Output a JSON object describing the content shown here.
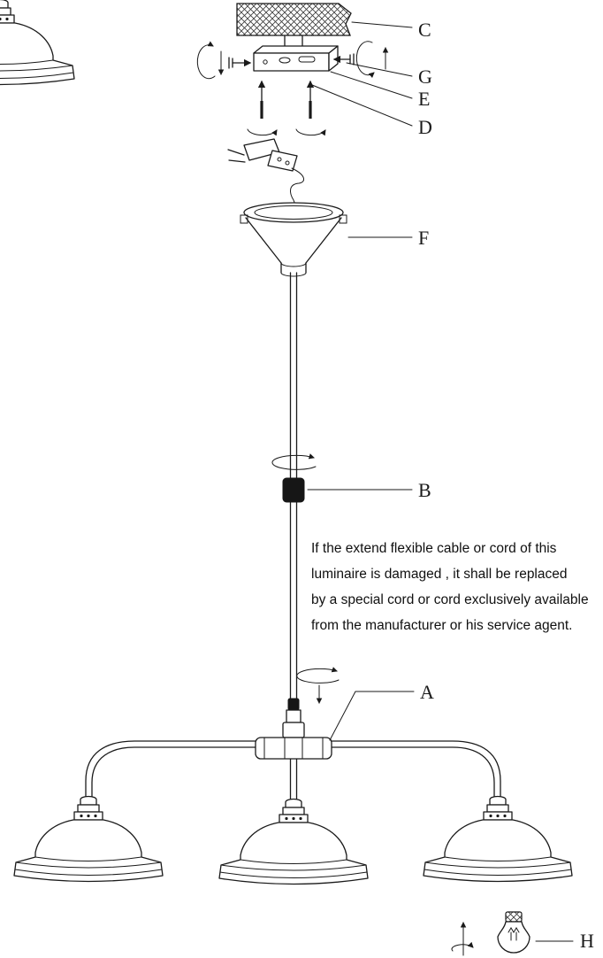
{
  "diagram": {
    "labels": {
      "c": "C",
      "g": "G",
      "e": "E",
      "d": "D",
      "f": "F",
      "b": "B",
      "a": "A",
      "h": "H"
    },
    "warning": {
      "line1": "If the extend flexible cable or cord of this",
      "line2": "luminaire is damaged , it shall be replaced",
      "line3": "by a special cord or cord exclusively available",
      "line4": "from the manufacturer or his service agent."
    },
    "colors": {
      "line": "#1a1a1a",
      "background": "#ffffff",
      "sleeve": "#161616"
    }
  }
}
